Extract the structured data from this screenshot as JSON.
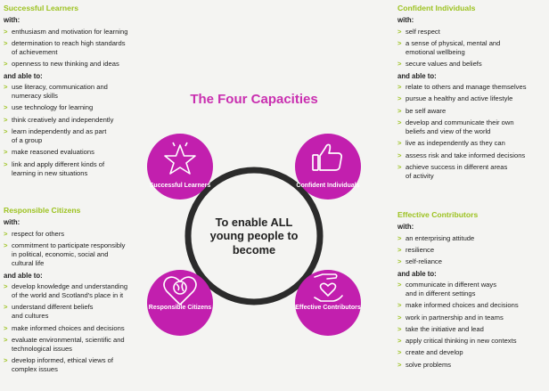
{
  "title": "The Four Capacities",
  "center_text": "To enable ALL young people to become",
  "capacities": [
    {
      "label": "Successful Learners",
      "icon": "star-icon",
      "color": "#c21fae"
    },
    {
      "label": "Confident Individuals",
      "icon": "thumbs-up-icon",
      "color": "#c21fae"
    },
    {
      "label": "Responsible Citizens",
      "icon": "globe-heart-icon",
      "color": "#c21fae"
    },
    {
      "label": "Effective Contributors",
      "icon": "hand-heart-icon",
      "color": "#c21fae"
    }
  ],
  "colors": {
    "accent_green": "#9cc21f",
    "capacity_purple": "#c21fae",
    "ring": "#2b2b2b"
  },
  "panels": {
    "successful_learners": {
      "heading": "Successful Learners",
      "with_label": "with:",
      "with_items": [
        "enthusiasm and motivation for learning",
        "determination to reach high standards\nof achievement",
        "openness to new thinking and ideas"
      ],
      "able_label": "and able to:",
      "able_items": [
        "use literacy, communication and\nnumeracy skills",
        "use technology for learning",
        "think creatively and independently",
        "learn independently and as part\nof a group",
        "make reasoned evaluations",
        "link and apply different kinds of\nlearning in new situations"
      ]
    },
    "confident_individuals": {
      "heading": "Confident Individuals",
      "with_label": "with:",
      "with_items": [
        "self respect",
        "a sense of physical, mental and\nemotional wellbeing",
        "secure values and beliefs"
      ],
      "able_label": "and able to:",
      "able_items": [
        "relate to others and manage themselves",
        "pursue a healthy and active lifestyle",
        "be self aware",
        "develop and communicate their own\nbeliefs and view of the world",
        "live as independently as they can",
        "assess risk and take informed decisions",
        "achieve success in different areas\nof activity"
      ]
    },
    "responsible_citizens": {
      "heading": "Responsible Citizens",
      "with_label": "with:",
      "with_items": [
        "respect for others",
        "commitment to participate responsibly\nin political, economic, social and\ncultural life"
      ],
      "able_label": "and able to:",
      "able_items": [
        "develop knowledge and understanding\nof the world and Scotland's place in it",
        "understand different beliefs\nand cultures",
        "make informed choices and decisions",
        "evaluate environmental, scientific and\ntechnological issues",
        "develop informed, ethical views of\ncomplex issues"
      ]
    },
    "effective_contributors": {
      "heading": "Effective Contributors",
      "with_label": "with:",
      "with_items": [
        "an enterprising attitude",
        "resilience",
        "self-reliance"
      ],
      "able_label": "and able to:",
      "able_items": [
        "communicate in different ways\nand in different settings",
        "make informed choices and decisions",
        "work in partnership and in teams",
        "take the initiative and lead",
        "apply critical thinking in new contexts",
        "create and develop",
        "solve problems"
      ]
    }
  }
}
